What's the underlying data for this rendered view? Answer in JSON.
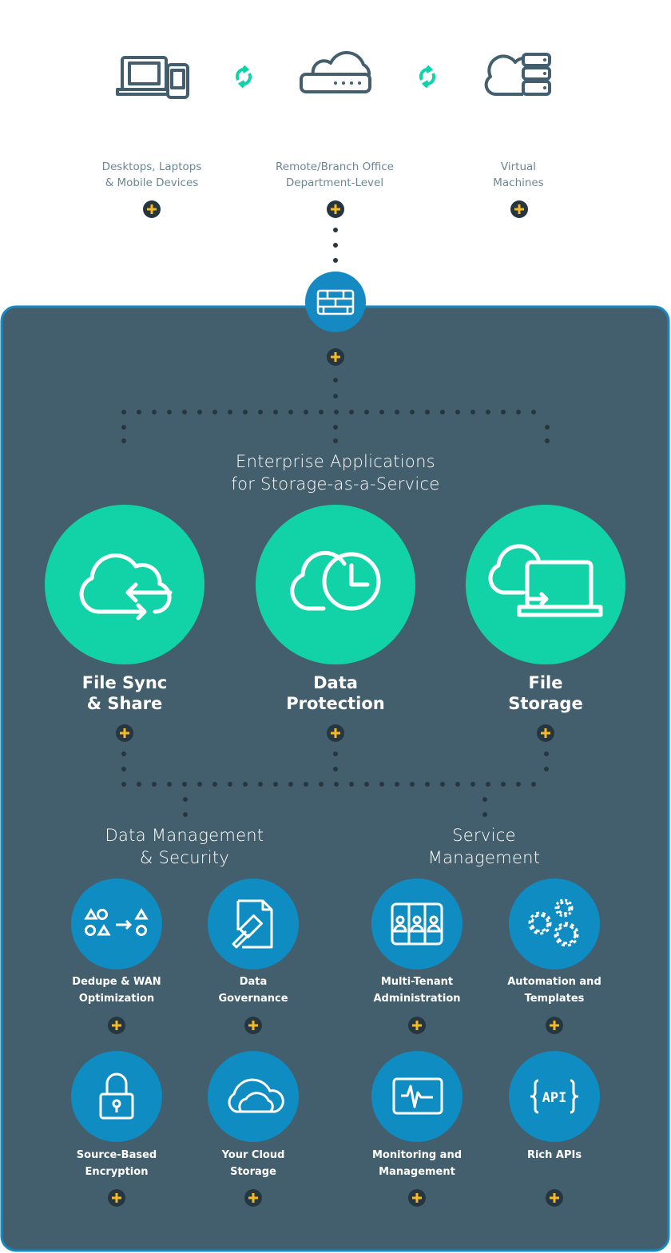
{
  "colors": {
    "panel": "#435f6d",
    "panel_border": "#1589c2",
    "green": "#12d3a8",
    "blue": "#0f8cc1",
    "plus_bg": "#263640",
    "plus": "#f5b921",
    "icon_gray": "#435f6d"
  },
  "top": {
    "items": [
      {
        "line1": "Desktops, Laptops",
        "line2": "& Mobile Devices",
        "icon": "laptop-mobile-icon"
      },
      {
        "line1": "Remote/Branch Office",
        "line2": "Department-Level",
        "icon": "cloud-appliance-icon"
      },
      {
        "line1": "Virtual",
        "line2": "Machines",
        "icon": "cloud-server-icon"
      }
    ],
    "sync_icon": "sync-icon",
    "gateway_icon": "firewall-icon"
  },
  "enterprise": {
    "title_line1": "Enterprise Applications",
    "title_line2": "for Storage-as-a-Service",
    "apps": [
      {
        "line1": "File Sync",
        "line2": "& Share",
        "icon": "cloud-sync-icon"
      },
      {
        "line1": "Data",
        "line2": "Protection",
        "icon": "cloud-clock-icon"
      },
      {
        "line1": "File",
        "line2": "Storage",
        "icon": "cloud-laptop-icon"
      }
    ]
  },
  "data_management": {
    "title_line1": "Data Management",
    "title_line2": "& Security",
    "items": [
      {
        "line1": "Dedupe & WAN",
        "line2": "Optimization",
        "icon": "dedupe-icon"
      },
      {
        "line1": "Data",
        "line2": "Governance",
        "icon": "gavel-document-icon"
      },
      {
        "line1": "Source-Based",
        "line2": "Encryption",
        "icon": "lock-icon"
      },
      {
        "line1": "Your Cloud",
        "line2": "Storage",
        "icon": "cloud-icon"
      }
    ]
  },
  "service_management": {
    "title_line1": "Service",
    "title_line2": "Management",
    "items": [
      {
        "line1": "Multi-Tenant",
        "line2": "Administration",
        "icon": "tenants-icon"
      },
      {
        "line1": "Automation and",
        "line2": "Templates",
        "icon": "gears-icon"
      },
      {
        "line1": "Monitoring and",
        "line2": "Management",
        "icon": "monitor-pulse-icon"
      },
      {
        "line1": "Rich APIs",
        "line2": "",
        "icon": "api-icon"
      }
    ]
  }
}
